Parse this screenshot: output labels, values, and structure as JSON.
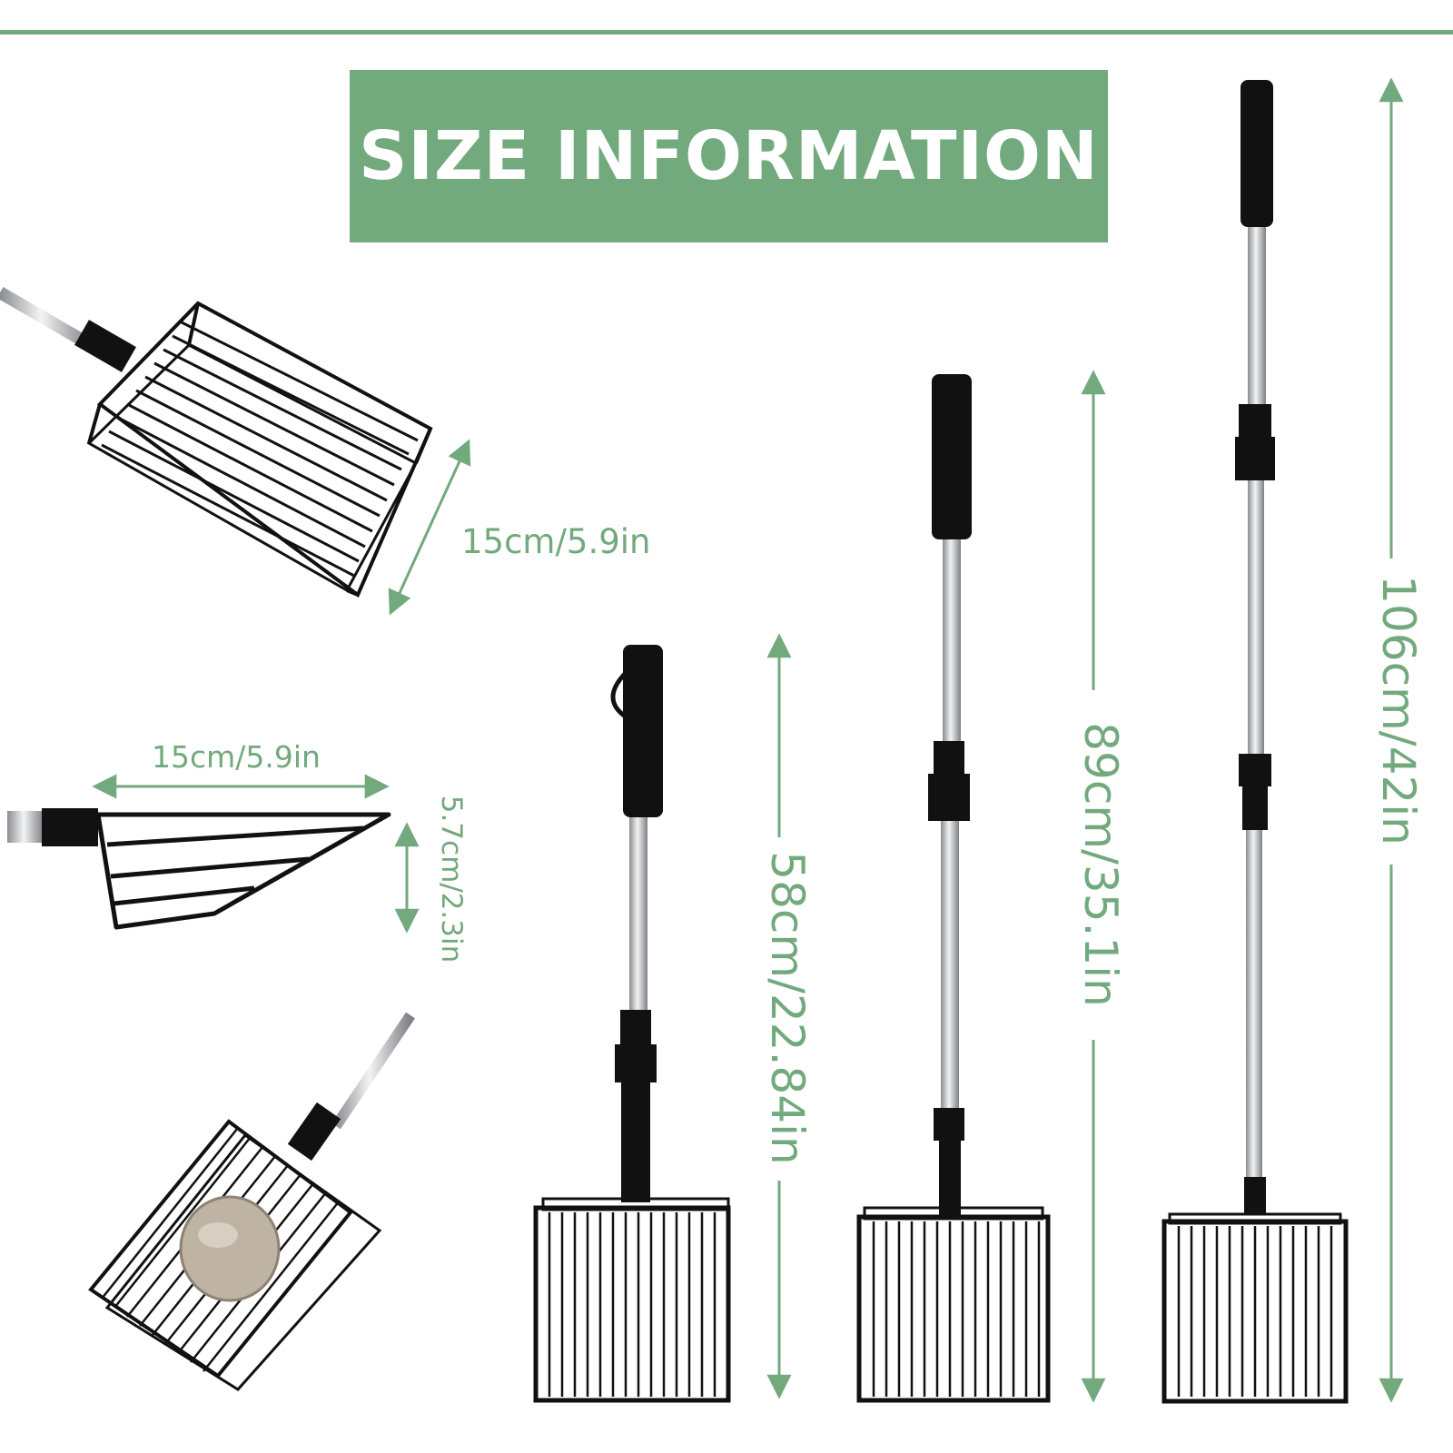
{
  "banner": {
    "title": "SIZE INFORMATION"
  },
  "dimensions": {
    "scoop_width_top": "15cm/5.9in",
    "scoop_width_side": "15cm/5.9in",
    "scoop_depth": "5.7cm/2.3in",
    "length_short": "58cm/22.84in",
    "length_medium": "89cm/35.1in",
    "length_long": "106cm/42in"
  },
  "colors": {
    "accent": "#72a97d",
    "product": "#111111",
    "pole": "#b9bcc0"
  }
}
